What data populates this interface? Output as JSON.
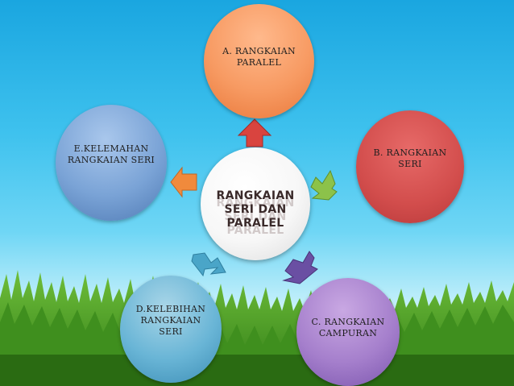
{
  "center": {
    "label": "RANGKAIAN SERI DAN PARALEL"
  },
  "nodes": {
    "a": {
      "label": "A. RANGKAIAN PARALEL"
    },
    "b": {
      "label": "B. RANGKAIAN SERI"
    },
    "c": {
      "label": "C. RANGKAIAN CAMPURAN"
    },
    "d": {
      "label": "D.KELEBIHAN RANGKAIAN SERI"
    },
    "e": {
      "label": "E.KELEMAHAN RANGKAIAN SERI"
    }
  },
  "colors": {
    "node_a": "#f79a62",
    "node_b": "#d24d4c",
    "node_c": "#a57fcc",
    "node_d": "#69b5d6",
    "node_e": "#7aa3d6",
    "center": "#f7f7f7",
    "arrow_a": "#d9443f",
    "arrow_b": "#8cc24a",
    "arrow_c": "#6a4fa3",
    "arrow_d": "#4aa5c8",
    "arrow_e": "#f08a3c"
  }
}
